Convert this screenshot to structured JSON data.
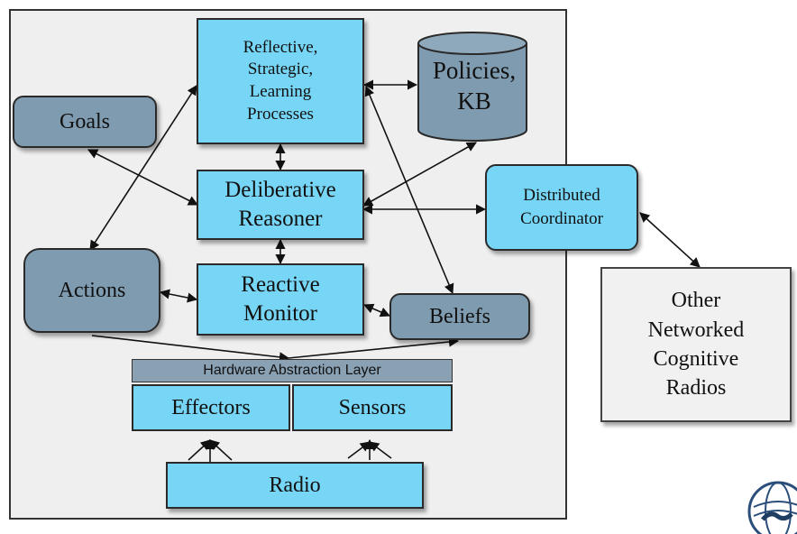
{
  "diagram": {
    "nodes": {
      "reflective": "Reflective,\nStrategic,\nLearning\nProcesses",
      "policies": "Policies,\nKB",
      "goals": "Goals",
      "deliberative": "Deliberative\nReasoner",
      "distributed": "Distributed\nCoordinator",
      "actions": "Actions",
      "reactive": "Reactive\nMonitor",
      "beliefs": "Beliefs",
      "hal": "Hardware Abstraction Layer",
      "effectors": "Effectors",
      "sensors": "Sensors",
      "radio": "Radio",
      "other": "Other\nNetworked\nCognitive\nRadios"
    },
    "colors": {
      "module": "#77d6f6",
      "state": "#7f9bb0",
      "hal": "#8aa0b3",
      "container": "#efefef",
      "external": "#f1f1f1"
    },
    "logo": "institution-logo"
  }
}
